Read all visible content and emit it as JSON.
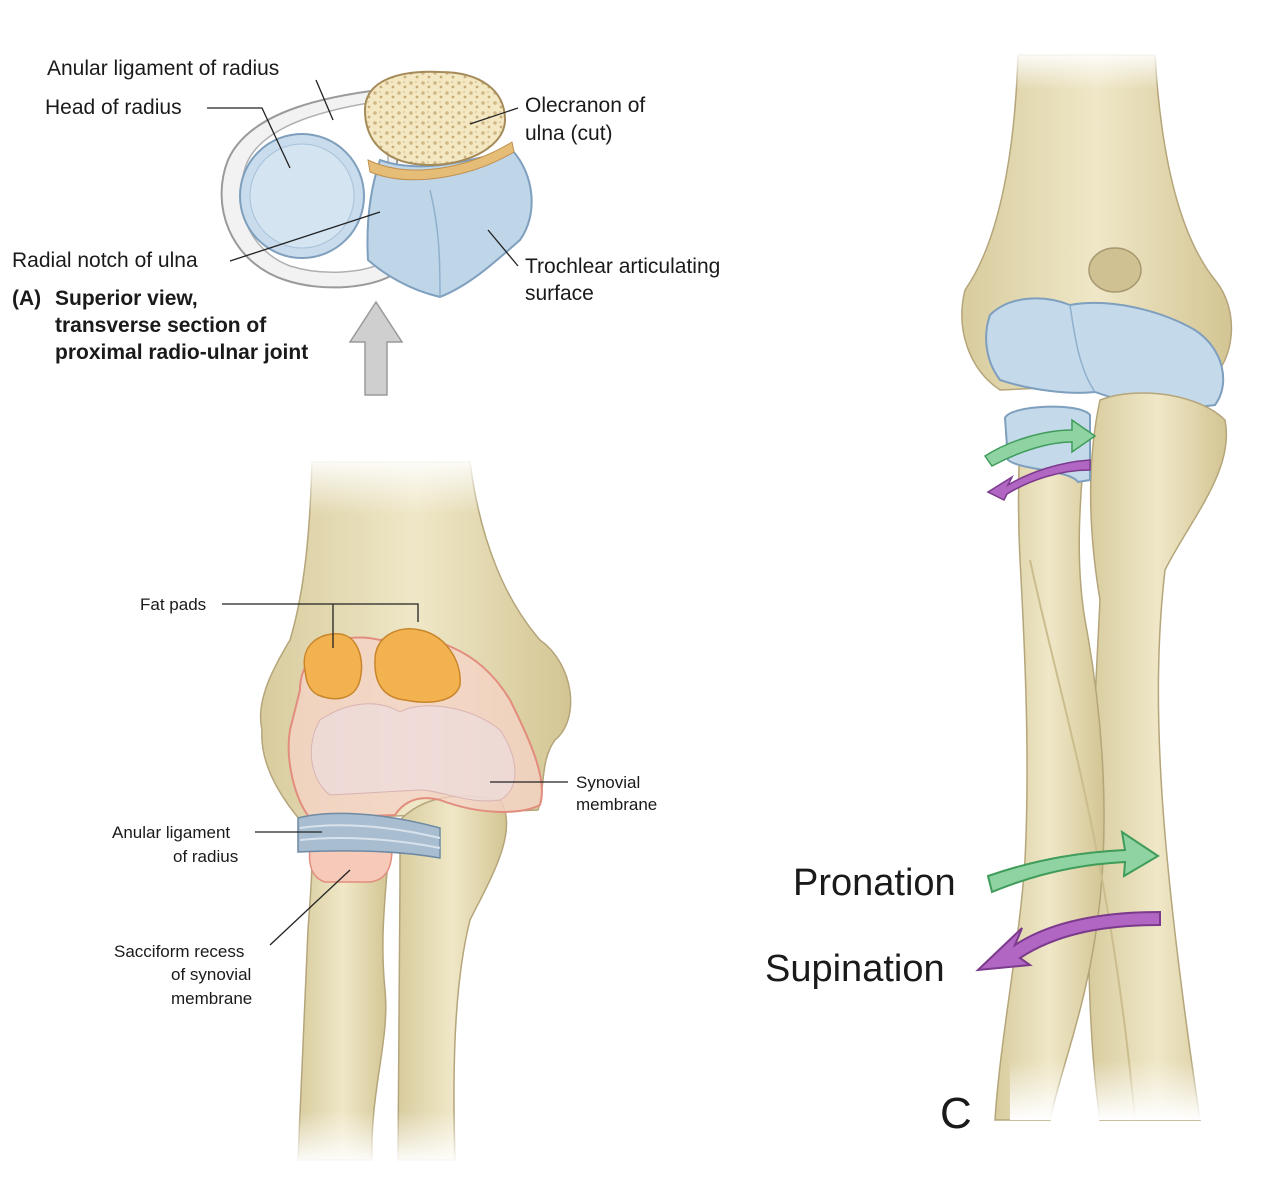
{
  "panel_a": {
    "caption_letter": "(A)",
    "caption_lines": [
      "Superior view,",
      "transverse section of",
      "proximal radio-ulnar joint"
    ],
    "labels": {
      "anular_ligament": "Anular ligament of radius",
      "head_of_radius": "Head of radius",
      "radial_notch": "Radial notch of ulna",
      "olecranon_l1": "Olecranon of",
      "olecranon_l2": "ulna (cut)",
      "trochlear_l1": "Trochlear articulating",
      "trochlear_l2": "surface"
    }
  },
  "panel_b": {
    "labels": {
      "fat_pads": "Fat pads",
      "synovial_l1": "Synovial",
      "synovial_l2": "membrane",
      "anular_l1": "Anular ligament",
      "anular_l2": "of radius",
      "sacciform_l1": "Sacciform recess",
      "sacciform_l2": "of synovial",
      "sacciform_l3": "membrane"
    }
  },
  "panel_c": {
    "pronation": "Pronation",
    "supination": "Supination",
    "letter": "C"
  },
  "colors": {
    "bone": "#e9dfb8",
    "bone_shadow": "#c9bb8c",
    "cartilage": "#c4d9ea",
    "cartilage_edge": "#7e9fbd",
    "fat_pad": "#f2b24f",
    "synovial": "#f3c3b4",
    "synovial_edge": "#e28d7d",
    "pronation_arrow": "#8fd3a2",
    "supination_arrow": "#b066c2",
    "view_arrow": "#c8c8c8"
  }
}
